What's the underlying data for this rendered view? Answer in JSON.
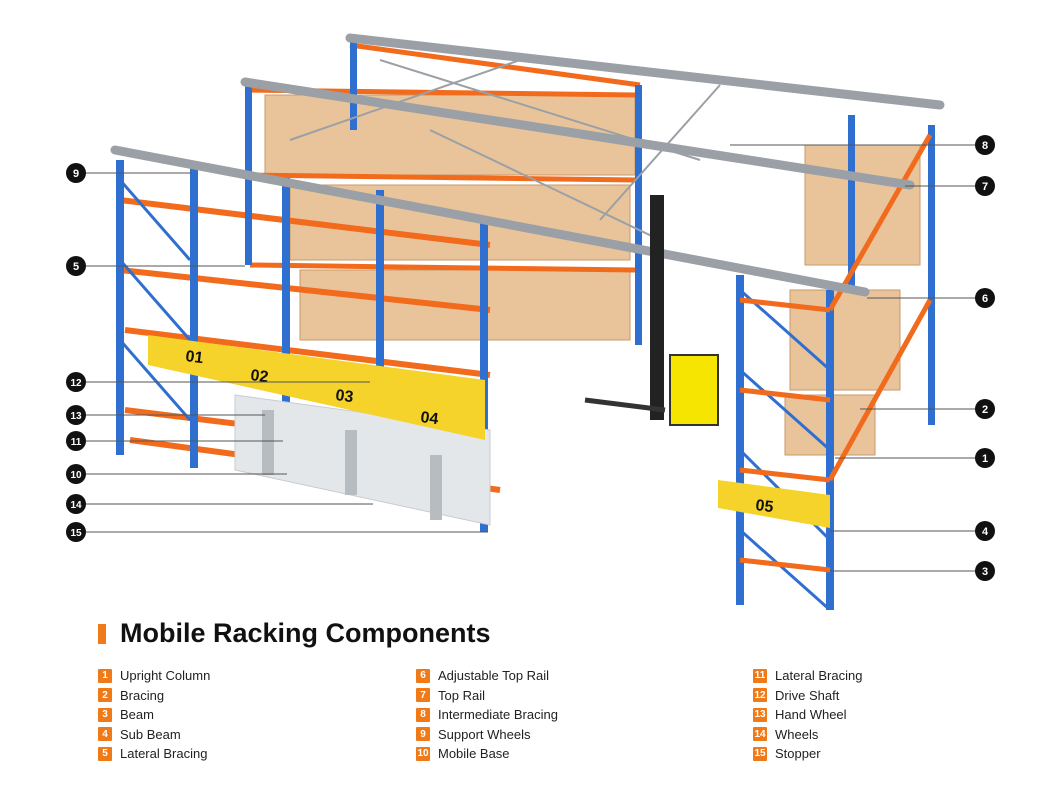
{
  "title": "Mobile Racking Components",
  "colors": {
    "accent": "#f07a18",
    "upright": "#2f6fcf",
    "beam": "#f26a1c",
    "rail": "#9aa0a6",
    "box": "#e9c49a"
  },
  "bay_labels": [
    "01",
    "02",
    "03",
    "04",
    "05"
  ],
  "callouts": {
    "left": [
      "9",
      "5",
      "12",
      "13",
      "11",
      "10",
      "14",
      "15"
    ],
    "right": [
      "8",
      "7",
      "6",
      "2",
      "1",
      "4",
      "3"
    ]
  },
  "legend": [
    {
      "num": "1",
      "label": "Upright Column"
    },
    {
      "num": "2",
      "label": "Bracing"
    },
    {
      "num": "3",
      "label": "Beam"
    },
    {
      "num": "4",
      "label": "Sub Beam"
    },
    {
      "num": "5",
      "label": "Lateral Bracing"
    },
    {
      "num": "6",
      "label": "Adjustable Top Rail"
    },
    {
      "num": "7",
      "label": "Top Rail"
    },
    {
      "num": "8",
      "label": "Intermediate Bracing"
    },
    {
      "num": "9",
      "label": "Support Wheels"
    },
    {
      "num": "10",
      "label": "Mobile Base"
    },
    {
      "num": "11",
      "label": "Lateral Bracing"
    },
    {
      "num": "12",
      "label": "Drive Shaft"
    },
    {
      "num": "13",
      "label": "Hand Wheel"
    },
    {
      "num": "14",
      "label": "Wheels"
    },
    {
      "num": "15",
      "label": "Stopper"
    }
  ]
}
